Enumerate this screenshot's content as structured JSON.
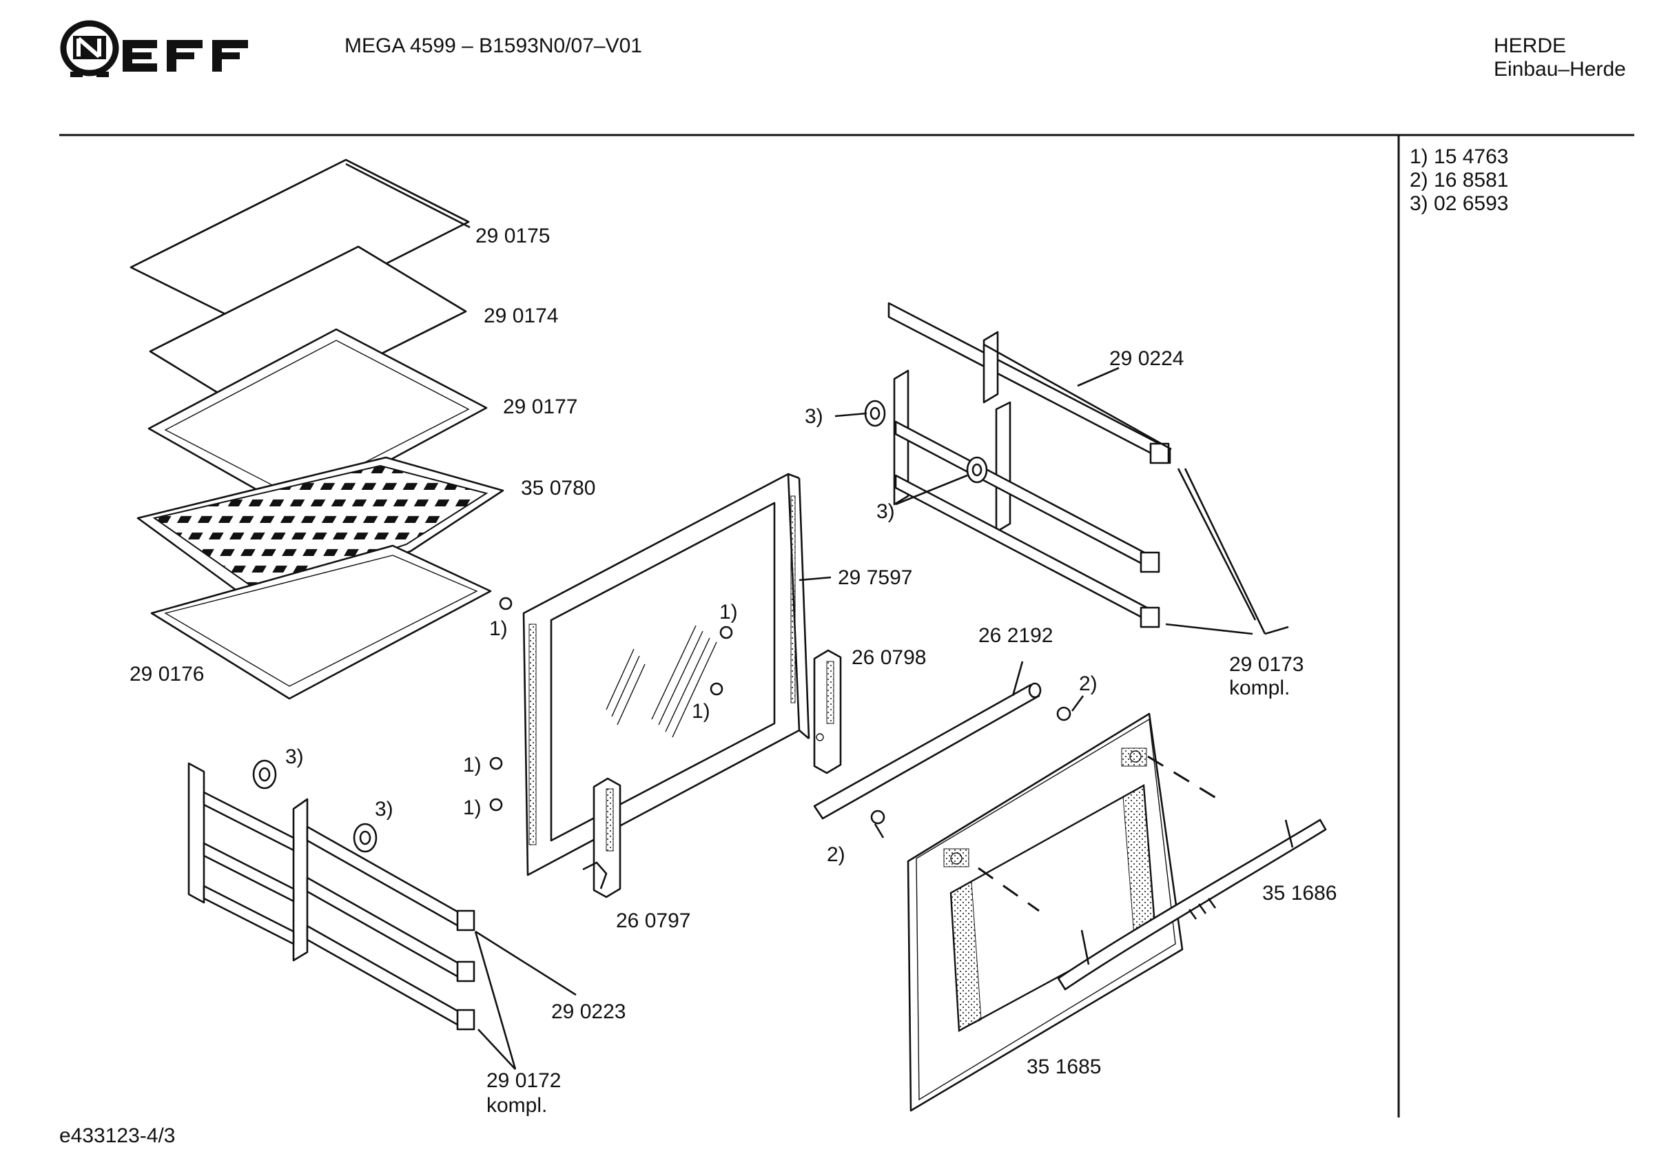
{
  "header": {
    "brand": "NEFF",
    "model": "MEGA 4599 – B1593N0/07–V01",
    "category": "HERDE",
    "subcategory": "Einbau–Herde"
  },
  "footnotes": [
    {
      "mark": "1)",
      "part": "15 4763"
    },
    {
      "mark": "2)",
      "part": "16 8581"
    },
    {
      "mark": "3)",
      "part": "02 6593"
    }
  ],
  "parts": {
    "p290175": "29 0175",
    "p290174": "29 0174",
    "p290177": "29 0177",
    "p350780": "35 0780",
    "p290176": "29 0176",
    "p290224": "29 0224",
    "p297597": "29 7597",
    "p260798": "26 0798",
    "p262192": "26 2192",
    "p290173": "29 0173",
    "p290173_note": "kompl.",
    "p351686": "35 1686",
    "p351685": "35 1685",
    "p260797": "26 0797",
    "p290223": "29 0223",
    "p290172": "29 0172",
    "p290172_note": "kompl."
  },
  "callouts": {
    "c1": "1)",
    "c2": "2)",
    "c3": "3)"
  },
  "footer": {
    "drawing_id": "e433123-4/3"
  }
}
